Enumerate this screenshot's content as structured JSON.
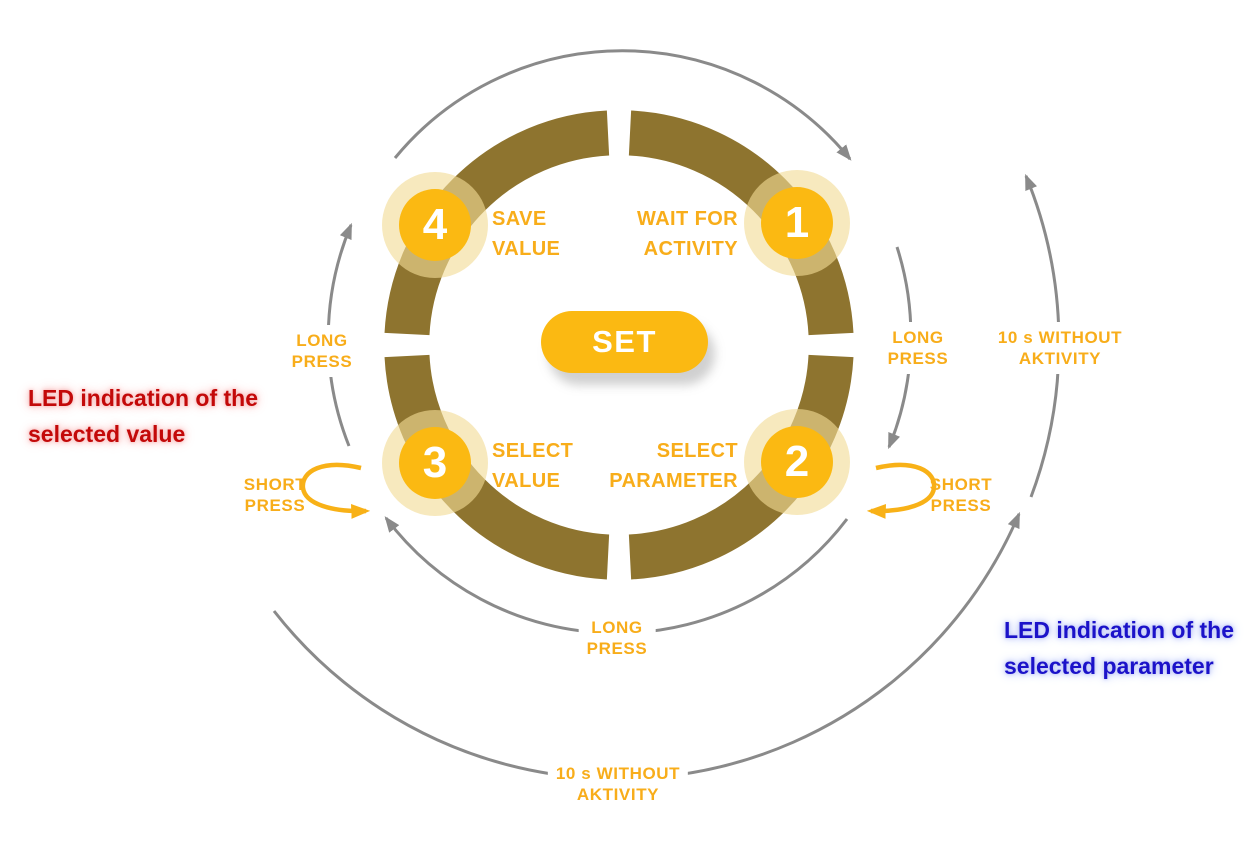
{
  "colors": {
    "ring": "#8E742F",
    "accent_yellow": "#FBB912",
    "label_yellow": "#F8AD1A",
    "arrow_gray": "#8A8A8A",
    "red_annotation": "#C30909",
    "blue_annotation": "#1B12C9"
  },
  "center_button": {
    "label": "SET"
  },
  "states": [
    {
      "number": "1",
      "lines": [
        "WAIT FOR",
        "ACTIVITY"
      ]
    },
    {
      "number": "2",
      "lines": [
        "SELECT",
        "PARAMETER"
      ]
    },
    {
      "number": "3",
      "lines": [
        "SELECT",
        "VALUE"
      ]
    },
    {
      "number": "4",
      "lines": [
        "SAVE",
        "VALUE"
      ]
    }
  ],
  "transitions": {
    "long_press_left": {
      "lines": [
        "LONG",
        "PRESS"
      ]
    },
    "long_press_right": {
      "lines": [
        "LONG",
        "PRESS"
      ]
    },
    "long_press_bottom": {
      "lines": [
        "LONG",
        "PRESS"
      ]
    },
    "short_press_left": {
      "lines": [
        "SHORT",
        "PRESS"
      ]
    },
    "short_press_right": {
      "lines": [
        "SHORT",
        "PRESS"
      ]
    },
    "timeout_right": {
      "lines": [
        "10 s WITHOUT",
        "AKTIVITY"
      ]
    },
    "timeout_bottom": {
      "lines": [
        "10 s WITHOUT",
        "AKTIVITY"
      ]
    }
  },
  "annotations": {
    "led_value": {
      "lines": [
        "LED indication of the",
        "selected value"
      ],
      "color": "#C30909"
    },
    "led_parameter": {
      "lines": [
        "LED indication of the",
        "selected parameter"
      ],
      "color": "#1B12C9"
    }
  }
}
